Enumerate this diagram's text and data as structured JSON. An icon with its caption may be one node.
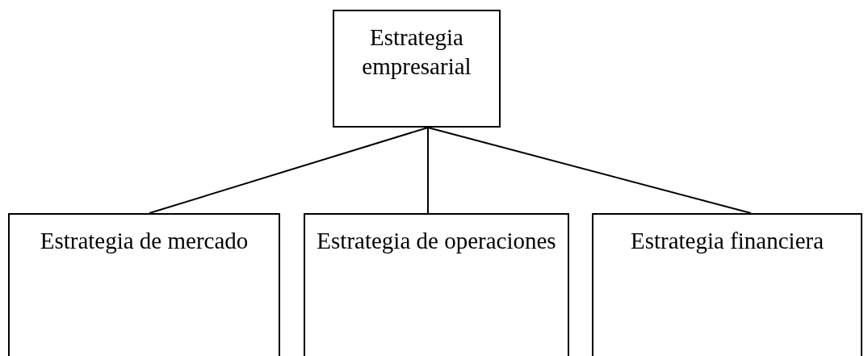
{
  "diagram": {
    "nodes": [
      {
        "text": [
          "Estrategia empresarial"
        ]
      },
      {
        "text": [
          "Estrategia de mercado"
        ]
      },
      {
        "text": [
          "Estrategia de operaciones"
        ]
      },
      {
        "text": [
          "Estrategia financiera"
        ]
      }
    ],
    "edges": [
      {
        "from": 0,
        "to": 1,
        "arrow": "none"
      },
      {
        "from": 0,
        "to": 2,
        "arrow": "none"
      },
      {
        "from": 0,
        "to": 3,
        "arrow": "none"
      }
    ]
  }
}
